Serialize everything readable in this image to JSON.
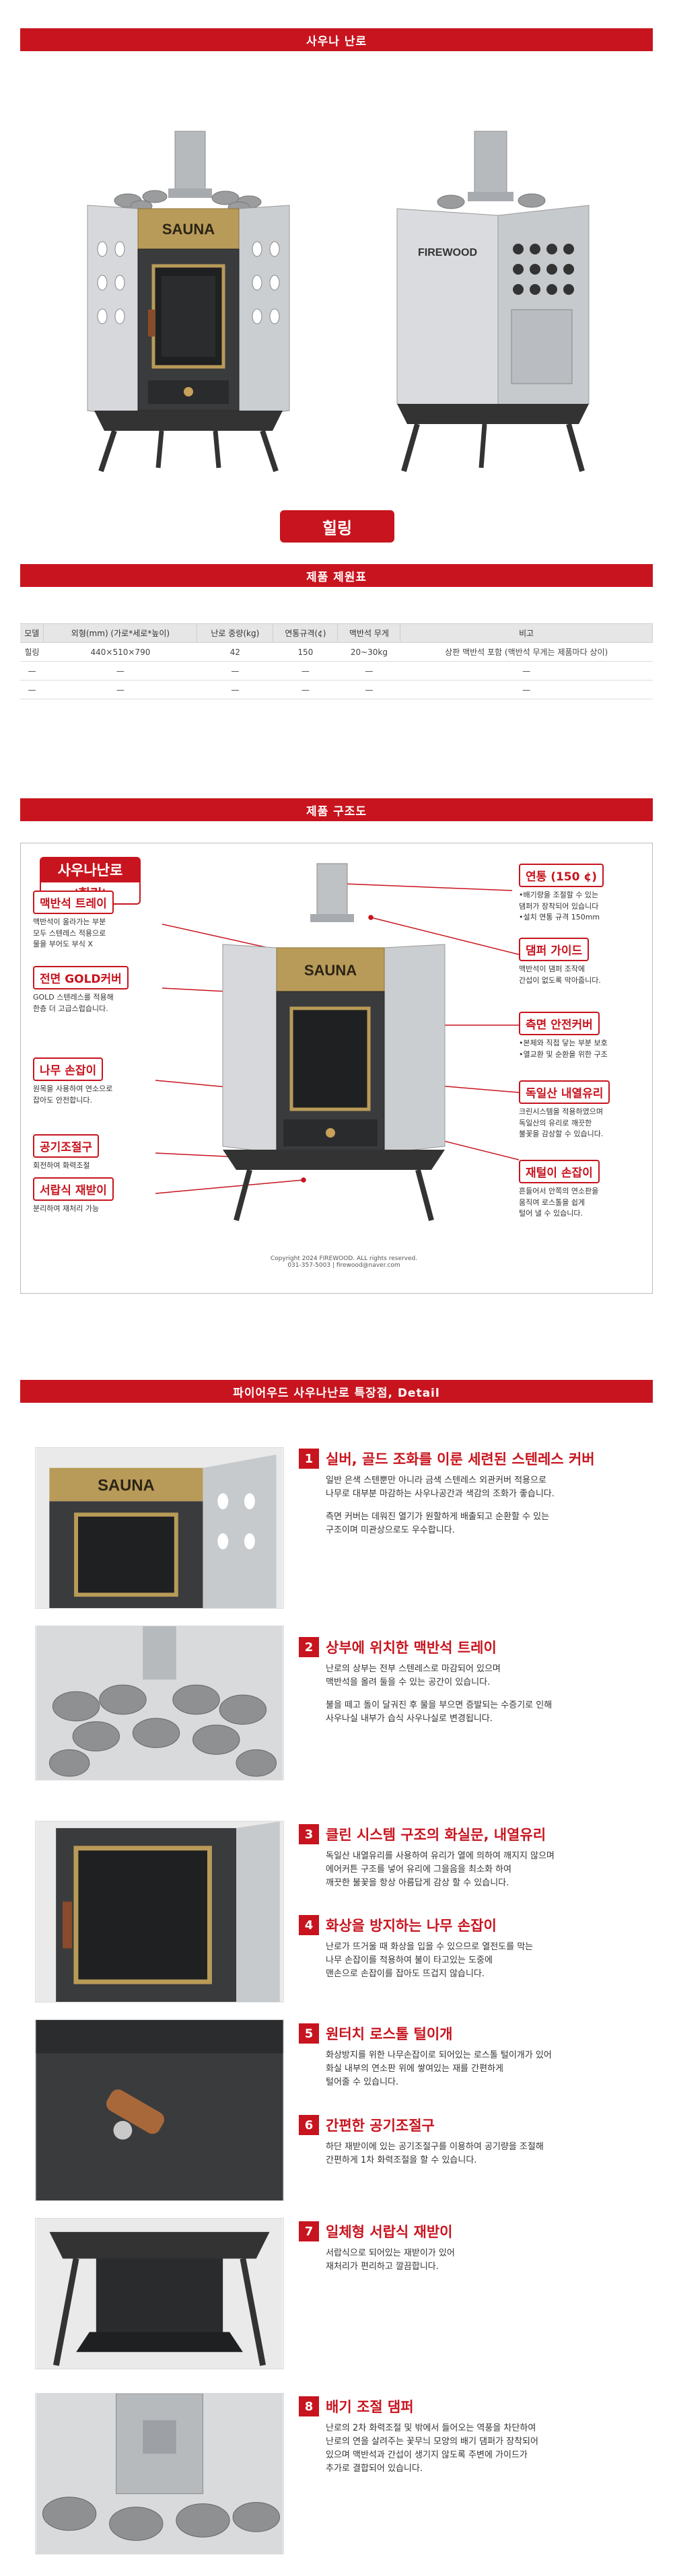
{
  "section1": {
    "title": "사우나 난로"
  },
  "hero": {
    "front_brand": "SAUNA",
    "back_brand": "FIREWOOD",
    "product_label": "힐링"
  },
  "section2": {
    "title": "제품 제원표"
  },
  "spec_table": {
    "headers": [
      "모델",
      "외형(mm) (가로*세로*높이)",
      "난로 중량(kg)",
      "연통규격(¢)",
      "맥반석 무게",
      "비고"
    ],
    "rows": [
      [
        "힐링",
        "440×510×790",
        "42",
        "150",
        "20~30kg",
        "상판 맥반석 포함 (맥반석 무게는 제품마다 상이)"
      ],
      [
        "—",
        "—",
        "—",
        "—",
        "—",
        "—"
      ],
      [
        "—",
        "—",
        "—",
        "—",
        "—",
        "—"
      ]
    ]
  },
  "section3": {
    "title": "제품 구조도"
  },
  "structure": {
    "title_line1": "사우나난로",
    "title_line2": "'힐링'",
    "callouts_left": [
      {
        "head": "맥반석 트레이",
        "desc": "맥반석이 올라가는 부분\n모두 스텐레스 적용으로\n물을 부어도 부식 X"
      },
      {
        "head": "전면 GOLD커버",
        "desc": "GOLD 스텐레스를 적용해\n한층 더 고급스럽습니다."
      },
      {
        "head": "나무 손잡이",
        "desc": "원목을 사용하여 연소으로\n잡아도 안전합니다."
      },
      {
        "head": "공기조절구",
        "desc": "회전하여 화력조절"
      },
      {
        "head": "서랍식 재받이",
        "desc": "분리하여 재처리 가능"
      }
    ],
    "callouts_right": [
      {
        "head": "연통 (150 ¢)",
        "desc": "•배기량을 조절할 수 있는\n 댐퍼가 장착되어 있습니다\n•설치 연통 규격 150mm"
      },
      {
        "head": "댐퍼 가이드",
        "desc": "맥반석이 댐퍼 조작에\n간섭이 없도록 막아줍니다."
      },
      {
        "head": "측면 안전커버",
        "desc": "•본체와 직접 닿는 부분 보호\n•열교환 및 순환을 위한 구조"
      },
      {
        "head": "독일산 내열유리",
        "desc": "크린시스템을 적용하였으며\n독일산의 유리로 깨끗한\n불꽃을 감상할 수 있습니다."
      },
      {
        "head": "재털이 손잡이",
        "desc": "흔들어서 안쪽의 연소판을\n움직여 로스톨을 쉽게\n털어 낼 수 있습니다."
      }
    ],
    "copyright": "Copyright 2024 FIREWOOD. ALL rights reserved.\n031-357-5003 | firewood@naver.com"
  },
  "section4": {
    "title": "파이어우드 사우나난로 특장점, Detail"
  },
  "features": [
    {
      "num": "1",
      "title": "실버, 골드 조화를 이룬 세련된 스텐레스 커버",
      "text": "일반 은색 스텐뿐만 아니라 금색 스텐레스 외관커버 적용으로\n나무로 대부분 마감하는 사우나공간과 색감의 조화가 좋습니다.",
      "text2": "측면 커버는 데워진 열기가 원할하게 배출되고 순환할 수 있는\n구조이며 미관상으로도 우수합니다."
    },
    {
      "num": "2",
      "title": "상부에 위치한 맥반석 트레이",
      "text": "난로의 상부는 전부 스텐레스로 마감되어 있으며\n맥반석을 올려 둘을 수 있는 공간이 있습니다.",
      "text2": "불을 떼고 돌이 달궈진 후 물을 부으면 증발되는 수증기로 인해\n사우나실 내부가 습식 사우나실로 변경됩니다."
    },
    {
      "num": "3",
      "title": "클린 시스템 구조의 화실문, 내열유리",
      "text": "독일산 내열유리를 사용하여 유리가 열에 의하여 깨지지 않으며\n에어커튼 구조를 넣어 유리에 그을음을 최소화 하여\n깨끗한 불꽃을 항상 아름답게 감상 할 수 있습니다.",
      "text2": ""
    },
    {
      "num": "4",
      "title": "화상을 방지하는 나무 손잡이",
      "text": "난로가 뜨거울 때 화상을 입을 수 있으므로 열전도를 막는\n나무 손잡이를 적용하여 불이 타고있는 도중에\n맨손으로 손잡이를 잡아도 뜨겁지 않습니다.",
      "text2": ""
    },
    {
      "num": "5",
      "title": "원터치 로스톨 털이개",
      "text": "화상방지를 위한 나무손잡이로 되어있는 로스톨 털이개가 있어\n화실 내부의 연소판 위에 쌓여있는 재를 간편하게\n털어줄 수 있습니다.",
      "text2": ""
    },
    {
      "num": "6",
      "title": "간편한 공기조절구",
      "text": "하단 재받이에 있는 공기조절구를 이용하여 공기량을 조절해\n간편하게 1차 화력조절을 할 수 있습니다.",
      "text2": ""
    },
    {
      "num": "7",
      "title": "일체형 서랍식 재받이",
      "text": "서랍식으로 되어있는 재받이가 있어\n재처리가 편리하고 깔끔합니다.",
      "text2": ""
    },
    {
      "num": "8",
      "title": "배기 조절 댐퍼",
      "text": "난로의 2차 화력조절 및 밖에서 들어오는 역풍을 차단하여\n난로의 연을 살려주는 꽃무늬 모양의 배기 댐퍼가 장착되어\n있으며 맥반석과 간섭이 생기지 않도록 주변에 가이드가\n추가로 결합되어 있습니다.",
      "text2": ""
    }
  ],
  "colors": {
    "accent": "#c8141e",
    "gold": "#b89b58",
    "steel": "#c9ccd0",
    "dark": "#2e2f31"
  }
}
